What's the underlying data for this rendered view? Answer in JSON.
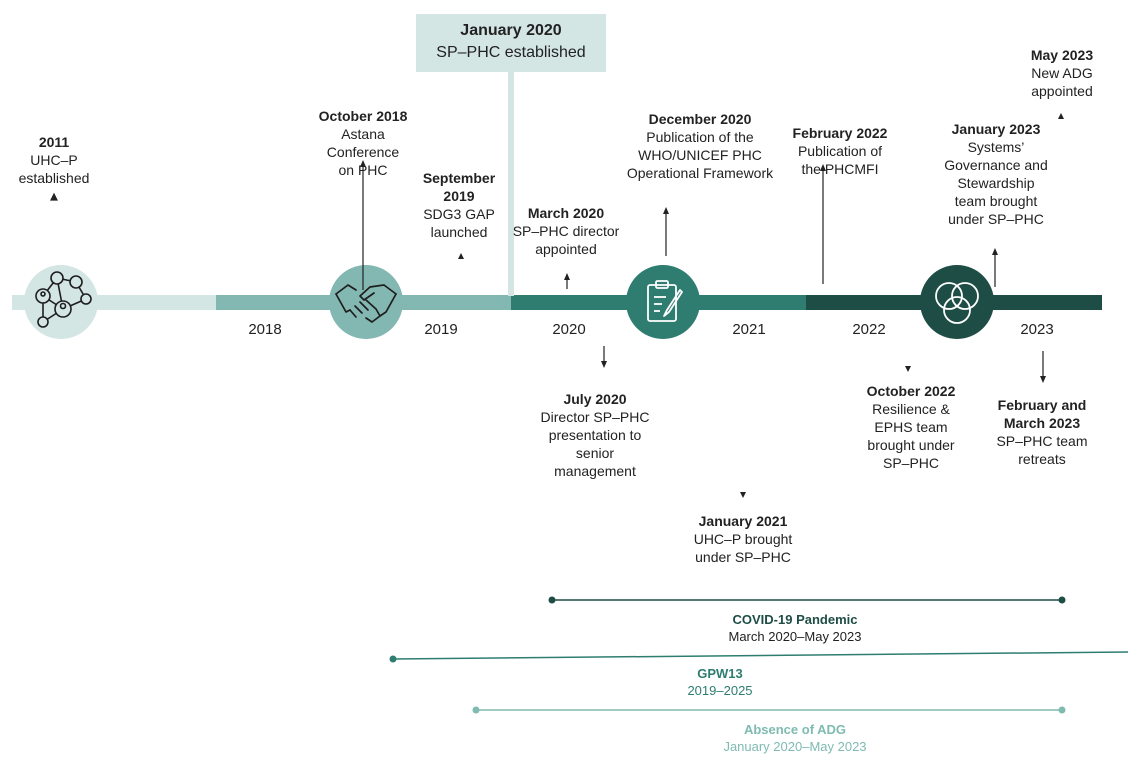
{
  "highlight": {
    "title": "January 2020",
    "desc": "SP–PHC established"
  },
  "years": [
    "2018",
    "2019",
    "2020",
    "2021",
    "2022",
    "2023"
  ],
  "events_above": [
    {
      "title": "2011",
      "desc": "UHC–P\nestablished"
    },
    {
      "title": "October 2018",
      "desc": "Astana\nConference\non PHC"
    },
    {
      "title": "September\n2019",
      "desc": "SDG3 GAP\nlaunched"
    },
    {
      "title": "March 2020",
      "desc": "SP–PHC director\nappointed"
    },
    {
      "title": "December 2020",
      "desc": "Publication of the\nWHO/UNICEF PHC\nOperational Framework"
    },
    {
      "title": "February 2022",
      "desc": "Publication of\nthe PHCMFI"
    },
    {
      "title": "January 2023",
      "desc": "Systems’\nGovernance and\nStewardship\nteam brought\nunder SP–PHC"
    },
    {
      "title": "May 2023",
      "desc": "New ADG\nappointed"
    }
  ],
  "events_below": [
    {
      "title": "July 2020",
      "desc": "Director SP–PHC\npresentation to\nsenior\nmanagement"
    },
    {
      "title": "January 2021",
      "desc": "UHC–P brought\nunder SP–PHC"
    },
    {
      "title": "October 2022",
      "desc": "Resilience &\nEPHS team\nbrought under\nSP–PHC"
    },
    {
      "title": "February and\nMarch 2023",
      "desc": "SP–PHC team\nretreats"
    }
  ],
  "periods": [
    {
      "title": "COVID-19 Pandemic",
      "desc": "March 2020–May 2023"
    },
    {
      "title": "GPW13",
      "desc": "2019–2025"
    },
    {
      "title": "Absence of ADG",
      "desc": "January 2020–May 2023"
    }
  ],
  "icons": [
    "network-people-icon",
    "handshake-icon",
    "clipboard-pen-icon",
    "venn-circles-icon"
  ],
  "colors": {
    "pale": "#d3e6e4",
    "light": "#83b7b2",
    "mid": "#2e7d70",
    "dark": "#1d4d44",
    "pale_period": "#7fbbb1"
  }
}
